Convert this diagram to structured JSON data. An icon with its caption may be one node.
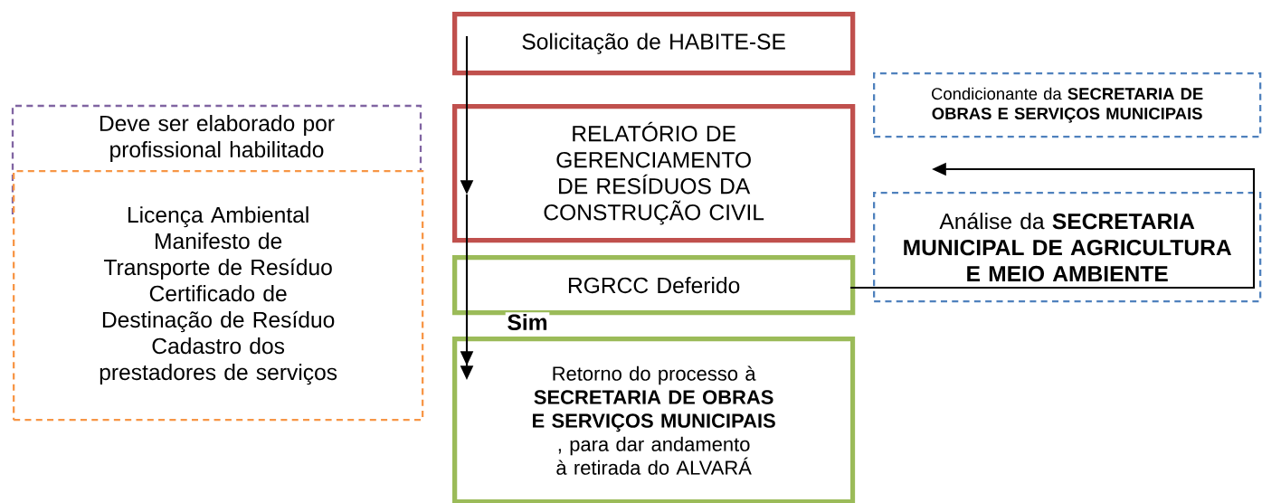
{
  "diagram": {
    "nodes": [
      {
        "text": [
          "Solicitação de HABITE-SE"
        ]
      },
      {
        "text": [
          "RELATÓRIO DE GERENCIAMENTO DE RESÍDUOS DA CONSTRUÇÃO CIVIL"
        ]
      },
      {
        "text": [
          "RGRCC Deferido"
        ]
      },
      {
        "text": [
          "Retorno do processo à **SECRETARIA DE OBRAS E SERVIÇOS MUNICIPAIS** , para dar andamento à retirada do ALVARÁ"
        ]
      },
      {
        "text": [
          "Condicionante da **SECRETARIA DE OBRAS E SERVIÇOS MUNICIPAIS**"
        ]
      },
      {
        "text": [
          "Análise da **SECRETARIA MUNICIPAL DE AGRICULTURA E MEIO AMBIENTE**"
        ]
      },
      {
        "text": [
          "Deve ser elaborado por profissional habilitado"
        ]
      },
      {
        "text": [
          "Licença Ambiental",
          "Manifesto de Transporte de Resíduo",
          "Certificado de Destinação de Resíduo",
          "Cadastro dos prestadores de serviços"
        ]
      }
    ],
    "edges": [
      {
        "from": 0,
        "to": 1,
        "arrow": "to"
      },
      {
        "from": 1,
        "to": 2,
        "arrow": "none"
      },
      {
        "from": 2,
        "to": 3,
        "arrow": "to",
        "label": "Sim"
      },
      {
        "from": 2,
        "to": null,
        "arrow": "to"
      }
    ]
  }
}
